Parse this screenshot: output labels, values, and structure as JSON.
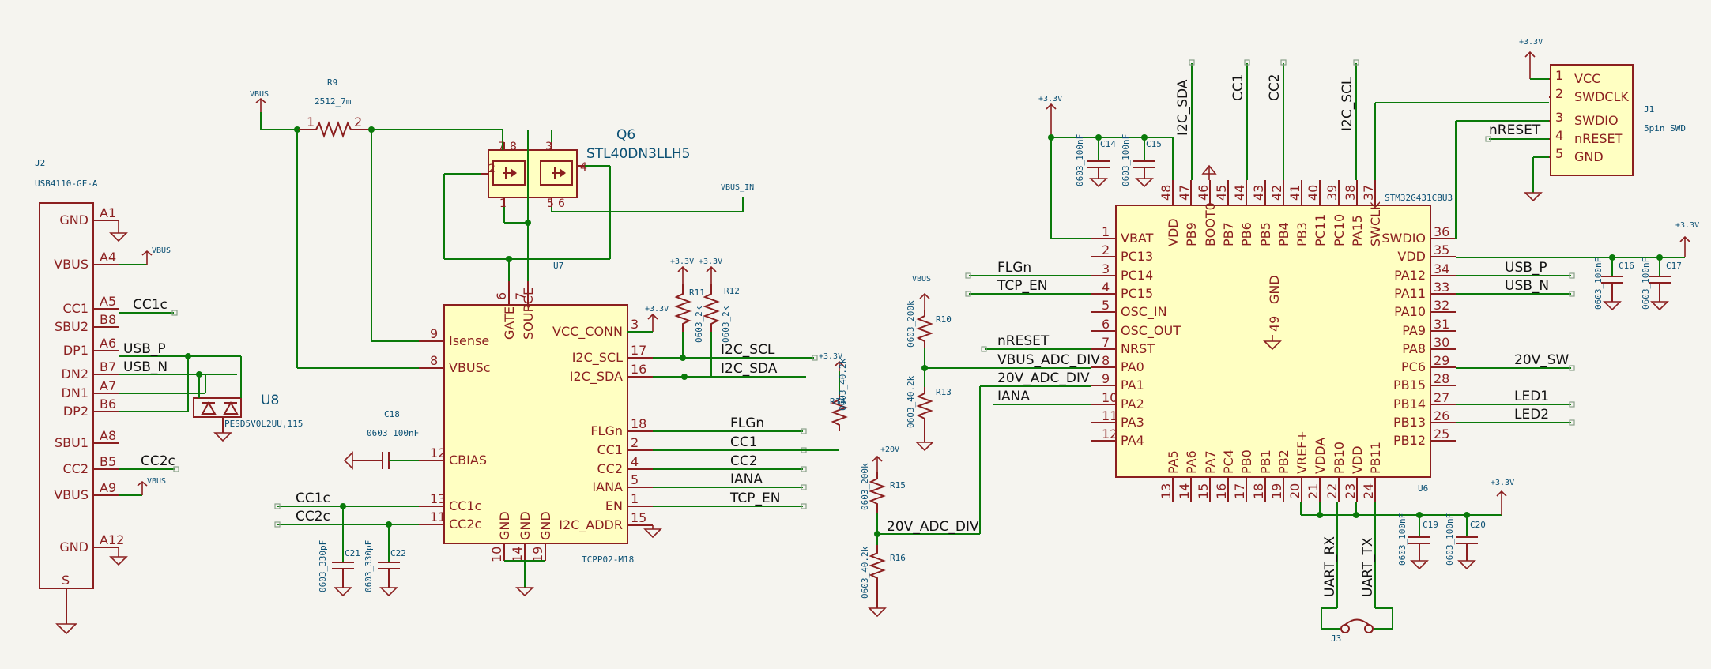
{
  "j2": {
    "ref": "J2",
    "value": "USB4110-GF-A",
    "pins": [
      {
        "num": "A1",
        "name": "GND"
      },
      {
        "num": "A4",
        "name": "VBUS"
      },
      {
        "num": "A5",
        "name": "CC1"
      },
      {
        "num": "B8",
        "name": "SBU2"
      },
      {
        "num": "A6",
        "name": "DP1"
      },
      {
        "num": "B7",
        "name": "DN2"
      },
      {
        "num": "A7",
        "name": "DN1"
      },
      {
        "num": "B6",
        "name": "DP2"
      },
      {
        "num": "A8",
        "name": "SBU1"
      },
      {
        "num": "B5",
        "name": "CC2"
      },
      {
        "num": "A9",
        "name": "VBUS"
      },
      {
        "num": "A12",
        "name": "GND"
      }
    ],
    "shield_pin": "S",
    "nets": {
      "vbus1": "VBUS",
      "cc1c": "CC1c",
      "usbp": "USB_P",
      "usbn": "USB_N",
      "cc2c": "CC2c",
      "vbus2": "VBUS"
    }
  },
  "u8": {
    "ref": "U8",
    "value": "PESD5V0L2UU,115"
  },
  "r9": {
    "ref": "R9",
    "value": "2512_7m",
    "pin1": "1",
    "pin2": "2",
    "vbus": "VBUS"
  },
  "q6": {
    "ref": "Q6",
    "value": "STL40DN3LLH5",
    "net": "VBUS_IN",
    "pins": [
      "7",
      "8",
      "1",
      "2",
      "3",
      "4",
      "5",
      "6"
    ]
  },
  "u7": {
    "ref": "U7",
    "value": "TCPP02-M18",
    "left": [
      {
        "num": "9",
        "name": "Isense"
      },
      {
        "num": "8",
        "name": "VBUSc"
      },
      {
        "num": "12",
        "name": "CBIAS"
      },
      {
        "num": "13",
        "name": "CC1c"
      },
      {
        "num": "11",
        "name": "CC2c"
      }
    ],
    "top": [
      {
        "num": "6",
        "name": "GATE"
      },
      {
        "num": "7",
        "name": "SOURCE"
      }
    ],
    "right": [
      {
        "num": "3",
        "name": "VCC_CONN"
      },
      {
        "num": "17",
        "name": "I2C_SCL"
      },
      {
        "num": "16",
        "name": "I2C_SDA"
      },
      {
        "num": "18",
        "name": "FLGn"
      },
      {
        "num": "2",
        "name": "CC1"
      },
      {
        "num": "4",
        "name": "CC2"
      },
      {
        "num": "5",
        "name": "IANA"
      },
      {
        "num": "1",
        "name": "EN"
      },
      {
        "num": "15",
        "name": "I2C_ADDR"
      }
    ],
    "bottom": [
      {
        "num": "10",
        "name": "GND"
      },
      {
        "num": "14",
        "name": "GND"
      },
      {
        "num": "19",
        "name": "GND"
      }
    ],
    "nets": {
      "scl": "I2C_SCL",
      "sda": "I2C_SDA",
      "flgn": "FLGn",
      "cc1": "CC1",
      "cc2": "CC2",
      "iana": "IANA",
      "tcpen": "TCP_EN",
      "cc1c": "CC1c",
      "cc2c": "CC2c"
    }
  },
  "caps_left": [
    {
      "ref": "C18",
      "value": "0603_100nF"
    },
    {
      "ref": "C21",
      "value": "0603_330pF"
    },
    {
      "ref": "C22",
      "value": "0603_330pF"
    }
  ],
  "r11": {
    "ref": "R11",
    "value": "0603_2k"
  },
  "r12": {
    "ref": "R12",
    "value": "0603_2k"
  },
  "r14": {
    "ref": "R14",
    "value": "0603_40.2k"
  },
  "r10": {
    "ref": "R10",
    "value": "0603_200k"
  },
  "r13": {
    "ref": "R13",
    "value": "0603_40.2k"
  },
  "r15": {
    "ref": "R15",
    "value": "0603_200k"
  },
  "r16": {
    "ref": "R16",
    "value": "0603_40.2k"
  },
  "u6": {
    "ref": "U6",
    "value": "STM32G431CBU3",
    "left": [
      {
        "num": "1",
        "name": "VBAT"
      },
      {
        "num": "2",
        "name": "PC13"
      },
      {
        "num": "3",
        "name": "PC14"
      },
      {
        "num": "4",
        "name": "PC15"
      },
      {
        "num": "5",
        "name": "OSC_IN"
      },
      {
        "num": "6",
        "name": "OSC_OUT"
      },
      {
        "num": "7",
        "name": "NRST"
      },
      {
        "num": "8",
        "name": "PA0"
      },
      {
        "num": "9",
        "name": "PA1"
      },
      {
        "num": "10",
        "name": "PA2"
      },
      {
        "num": "11",
        "name": "PA3"
      },
      {
        "num": "12",
        "name": "PA4"
      }
    ],
    "right": [
      {
        "num": "36",
        "name": "SWDIO"
      },
      {
        "num": "35",
        "name": "VDD"
      },
      {
        "num": "34",
        "name": "PA12"
      },
      {
        "num": "33",
        "name": "PA11"
      },
      {
        "num": "32",
        "name": "PA10"
      },
      {
        "num": "31",
        "name": "PA9"
      },
      {
        "num": "30",
        "name": "PA8"
      },
      {
        "num": "29",
        "name": "PC6"
      },
      {
        "num": "28",
        "name": "PB15"
      },
      {
        "num": "27",
        "name": "PB14"
      },
      {
        "num": "26",
        "name": "PB13"
      },
      {
        "num": "25",
        "name": "PB12"
      }
    ],
    "top": [
      {
        "num": "48",
        "name": "VDD"
      },
      {
        "num": "47",
        "name": "PB9"
      },
      {
        "num": "46",
        "name": "BOOT0"
      },
      {
        "num": "45",
        "name": "PB7"
      },
      {
        "num": "44",
        "name": "PB6"
      },
      {
        "num": "43",
        "name": "PB5"
      },
      {
        "num": "42",
        "name": "PB4"
      },
      {
        "num": "41",
        "name": "PB3"
      },
      {
        "num": "40",
        "name": "PC11"
      },
      {
        "num": "39",
        "name": "PC10"
      },
      {
        "num": "38",
        "name": "PA15"
      },
      {
        "num": "37",
        "name": "SWCLK"
      }
    ],
    "bottom": [
      {
        "num": "13",
        "name": "PA5"
      },
      {
        "num": "14",
        "name": "PA6"
      },
      {
        "num": "15",
        "name": "PA7"
      },
      {
        "num": "16",
        "name": "PC4"
      },
      {
        "num": "17",
        "name": "PB0"
      },
      {
        "num": "18",
        "name": "PB1"
      },
      {
        "num": "19",
        "name": "PB2"
      },
      {
        "num": "20",
        "name": "VREF+"
      },
      {
        "num": "21",
        "name": "VDDA"
      },
      {
        "num": "22",
        "name": "PB10"
      },
      {
        "num": "23",
        "name": "VDD"
      },
      {
        "num": "24",
        "name": "PB11"
      }
    ],
    "gnd": {
      "num": "49",
      "name": "GND"
    },
    "nets": {
      "flgn": "FLGn",
      "tcpen": "TCP_EN",
      "nreset": "nRESET",
      "vbusadc": "VBUS_ADC_DIV",
      "adc20v": "20V_ADC_DIV",
      "iana": "IANA",
      "sda": "I2C_SDA",
      "cc1": "CC1",
      "cc2": "CC2",
      "scl": "I2C_SCL",
      "usbp": "USB_P",
      "usbn": "USB_N",
      "sw20v": "20V_SW",
      "led1": "LED1",
      "led2": "LED2",
      "uartrx": "UART_RX",
      "uarttx": "UART_TX",
      "adc20v2": "20V_ADC_DIV"
    }
  },
  "caps_right": [
    {
      "ref": "C14",
      "value": "0603_100nF"
    },
    {
      "ref": "C15",
      "value": "0603_100nF"
    },
    {
      "ref": "C16",
      "value": "0603_100nF"
    },
    {
      "ref": "C17",
      "value": "0603_100nF"
    },
    {
      "ref": "C19",
      "value": "0603_100nF"
    },
    {
      "ref": "C20",
      "value": "0603_100nF"
    }
  ],
  "j1": {
    "ref": "J1",
    "value": "5pin_SWD",
    "pins": [
      {
        "num": "1",
        "name": "VCC"
      },
      {
        "num": "2",
        "name": "SWDCLK"
      },
      {
        "num": "3",
        "name": "SWDIO"
      },
      {
        "num": "4",
        "name": "nRESET"
      },
      {
        "num": "5",
        "name": "GND"
      }
    ],
    "net": "nRESET"
  },
  "j3": {
    "ref": "J3"
  },
  "power": {
    "v33": "+3.3V",
    "vbus": "VBUS",
    "v20": "+20V"
  }
}
